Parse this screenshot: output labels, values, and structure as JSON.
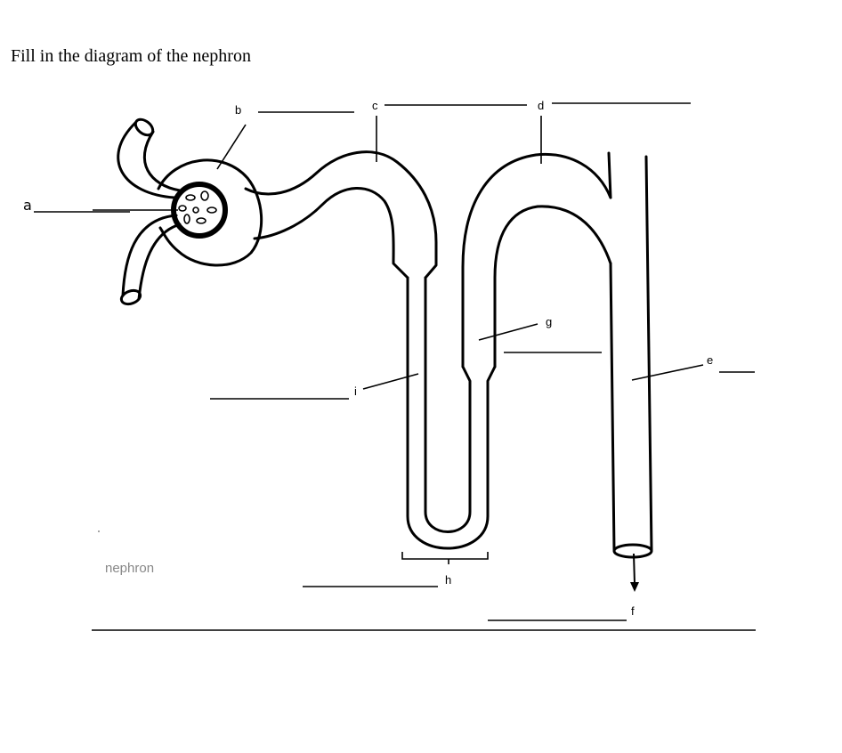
{
  "heading": "Fill in the diagram of the nephron",
  "caption": "nephron",
  "labels": {
    "a": "a",
    "b": "b",
    "c": "c",
    "d": "d",
    "e": "e",
    "f": "f",
    "g": "g",
    "h": "h",
    "i": "i"
  }
}
